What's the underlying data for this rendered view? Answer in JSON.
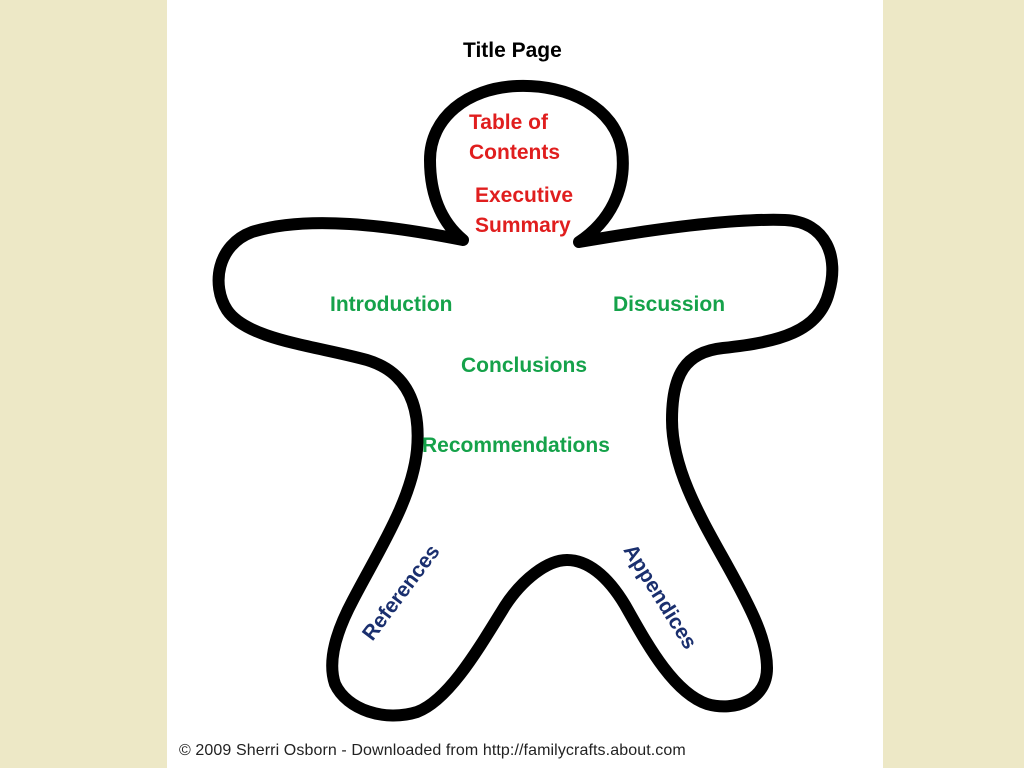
{
  "diagram": {
    "labels": {
      "title_page": "Title Page",
      "table_of_contents": "Table of Contents",
      "executive_summary": "Executive Summary",
      "introduction": "Introduction",
      "discussion": "Discussion",
      "conclusions": "Conclusions",
      "recommendations": "Recommendations",
      "references": "References",
      "appendices": "Appendices"
    },
    "copyright": "© 2009 Sherri Osborn - Downloaded from http://familycrafts.about.com"
  },
  "colors": {
    "background": "#ede8c6",
    "slide": "#ffffff",
    "outline": "#000000",
    "red_label": "#e01e1e",
    "green_label": "#15a24a",
    "navy_label": "#1a2f6e"
  }
}
